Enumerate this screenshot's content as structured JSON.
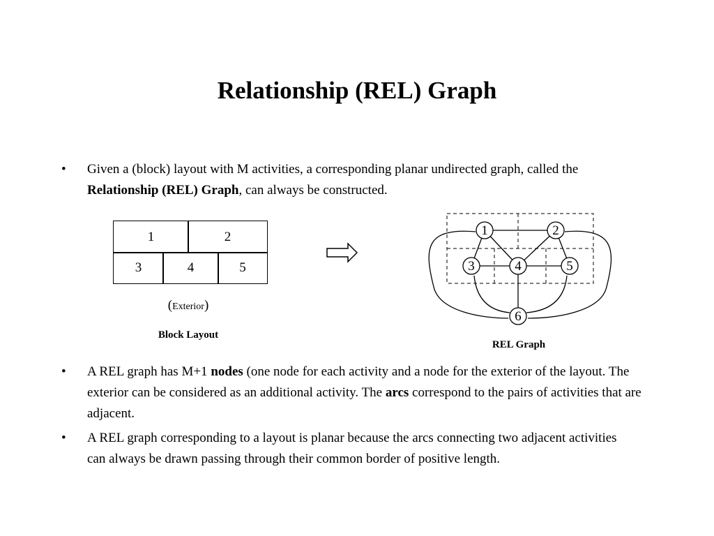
{
  "title": "Relationship (REL) Graph",
  "bullets": [
    {
      "marker": "•",
      "parts": [
        {
          "text": "Given a (block) layout with M activities, a corresponding planar undirected graph, called the ",
          "bold": false
        },
        {
          "text": "Relationship (REL) Graph",
          "bold": true
        },
        {
          "text": ", can always be constructed.",
          "bold": false
        }
      ]
    },
    {
      "marker": "•",
      "parts": [
        {
          "text": "A REL graph has M+1 ",
          "bold": false
        },
        {
          "text": "nodes",
          "bold": true
        },
        {
          "text": " (one node for each activity and a node for the exterior of the layout. The exterior can be considered as an additional activity.  The ",
          "bold": false
        },
        {
          "text": "arcs",
          "bold": true
        },
        {
          "text": " correspond to the pairs of activities that are adjacent.",
          "bold": false
        }
      ]
    },
    {
      "marker": "•",
      "parts": [
        {
          "text": "A REL graph corresponding to a layout is planar because the arcs connecting two adjacent activities can always be drawn passing through their common border of positive length.",
          "bold": false
        }
      ]
    }
  ],
  "block_layout": {
    "cells": [
      "1",
      "2",
      "3",
      "4",
      "5"
    ],
    "exterior_open": "(",
    "exterior_label": "Exterior",
    "exterior_close": ")",
    "caption": "Block Layout"
  },
  "rel_graph": {
    "nodes": [
      "1",
      "2",
      "3",
      "4",
      "5",
      "6"
    ],
    "edges": [
      [
        "1",
        "2"
      ],
      [
        "1",
        "3"
      ],
      [
        "1",
        "4"
      ],
      [
        "2",
        "4"
      ],
      [
        "2",
        "5"
      ],
      [
        "3",
        "4"
      ],
      [
        "4",
        "5"
      ],
      [
        "4",
        "6"
      ],
      [
        "3",
        "6"
      ],
      [
        "5",
        "6"
      ],
      [
        "1",
        "6"
      ],
      [
        "2",
        "6"
      ]
    ],
    "caption": "REL Graph"
  }
}
